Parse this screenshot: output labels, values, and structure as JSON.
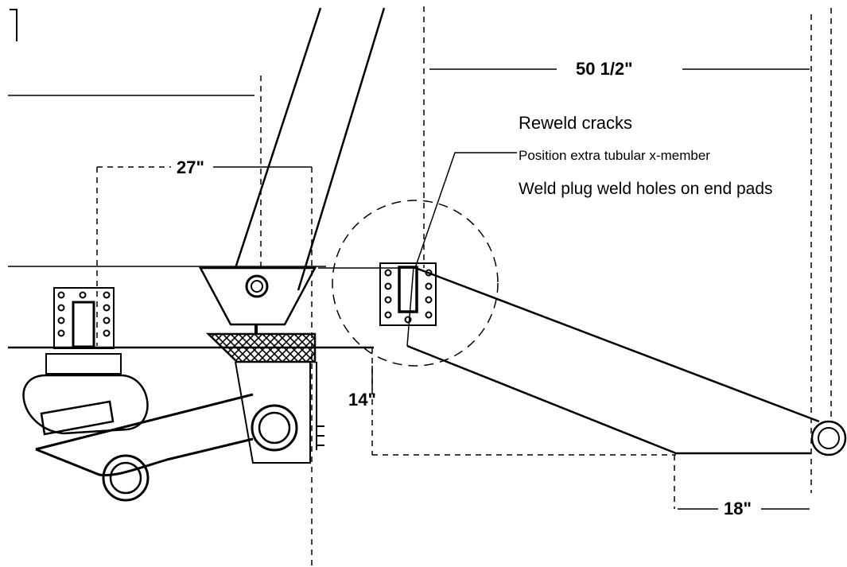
{
  "dimensions": {
    "top_span": "50 1/2\"",
    "left_span": "27\"",
    "vertical_drop": "14\"",
    "bottom_span": "18\""
  },
  "notes": {
    "line1": "Reweld cracks",
    "line2": "Position extra tubular x-member",
    "line3": "Weld plug weld holes on end pads"
  },
  "colors": {
    "ink": "#000000",
    "paper": "#ffffff"
  }
}
